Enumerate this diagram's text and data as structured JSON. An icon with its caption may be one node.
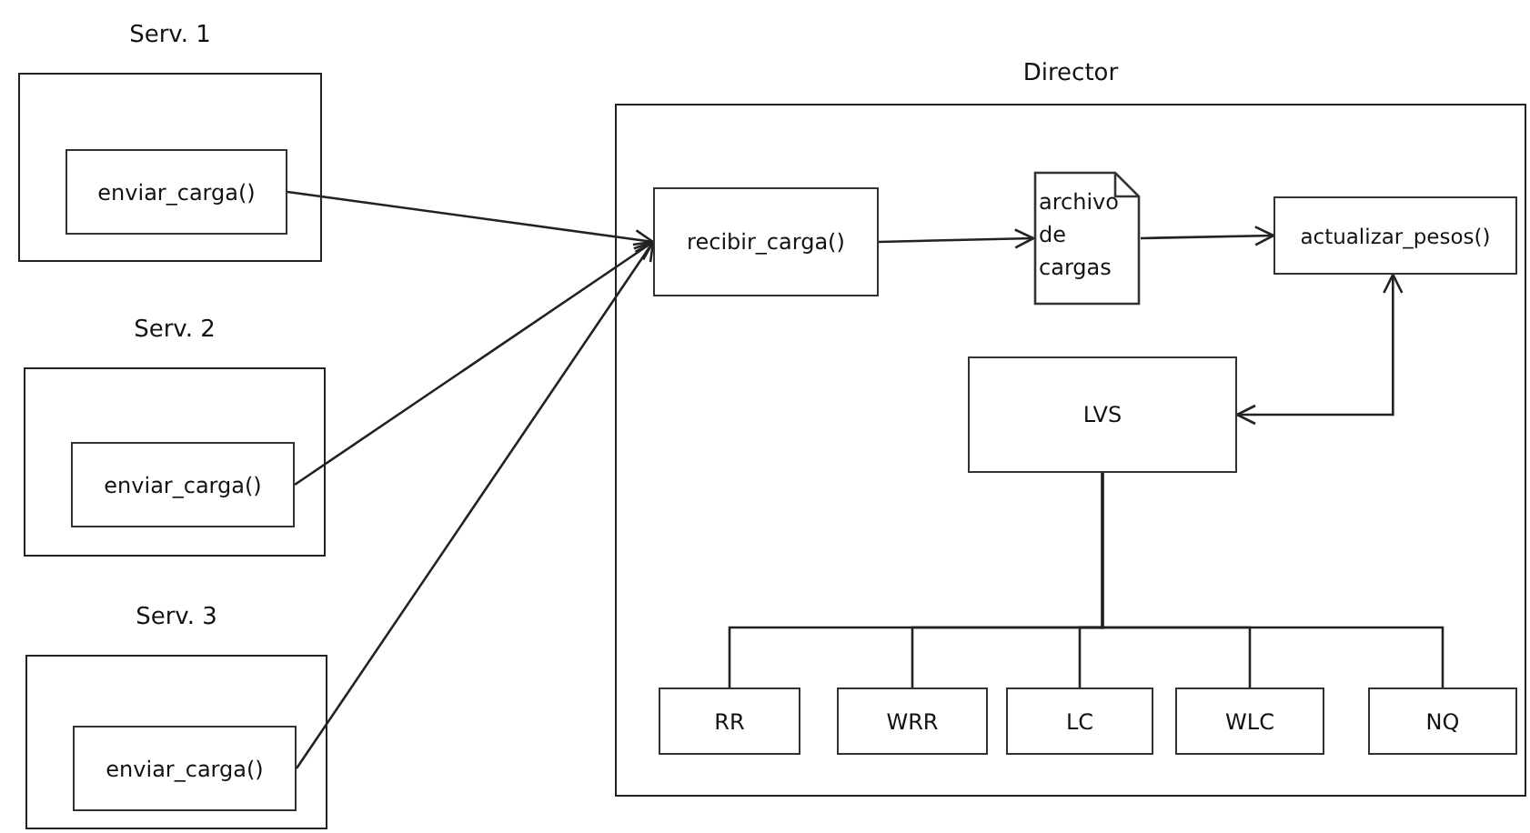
{
  "diagram": {
    "nodes": [
      {
        "text": [
          "Serv. 1"
        ]
      },
      {
        "text": [
          "enviar_carga()"
        ],
        "in": 0
      },
      {
        "text": [
          "Serv. 2"
        ]
      },
      {
        "text": [
          "enviar_carga()"
        ],
        "in": 2
      },
      {
        "text": [
          "Serv. 3"
        ]
      },
      {
        "text": [
          "enviar_carga()"
        ],
        "in": 4
      },
      {
        "text": [
          "Director"
        ]
      },
      {
        "text": [
          "recibir_carga()"
        ],
        "in": 6
      },
      {
        "text": [
          "archivo de cargas"
        ],
        "in": 6
      },
      {
        "text": [
          "actualizar_pesos()"
        ],
        "in": 6
      },
      {
        "text": [
          "LVS"
        ],
        "in": 6
      },
      {
        "text": [
          "RR"
        ],
        "in": 6
      },
      {
        "text": [
          "WRR"
        ],
        "in": 6
      },
      {
        "text": [
          "LC"
        ],
        "in": 6
      },
      {
        "text": [
          "WLC"
        ],
        "in": 6
      },
      {
        "text": [
          "NQ"
        ],
        "in": 6
      }
    ],
    "edges": [
      {
        "from": 1,
        "to": 7,
        "arrow": "to"
      },
      {
        "from": 3,
        "to": 7,
        "arrow": "to"
      },
      {
        "from": 5,
        "to": 7,
        "arrow": "to"
      },
      {
        "from": 7,
        "to": 8,
        "arrow": "to"
      },
      {
        "from": 8,
        "to": 9,
        "arrow": "to"
      },
      {
        "from": 10,
        "to": 9,
        "arrow": "both"
      },
      {
        "from": 10,
        "to": 11,
        "arrow": "none"
      },
      {
        "from": 10,
        "to": 12,
        "arrow": "none"
      },
      {
        "from": 10,
        "to": 13,
        "arrow": "none"
      },
      {
        "from": 10,
        "to": 14,
        "arrow": "none"
      },
      {
        "from": 10,
        "to": 15,
        "arrow": "none"
      }
    ]
  }
}
